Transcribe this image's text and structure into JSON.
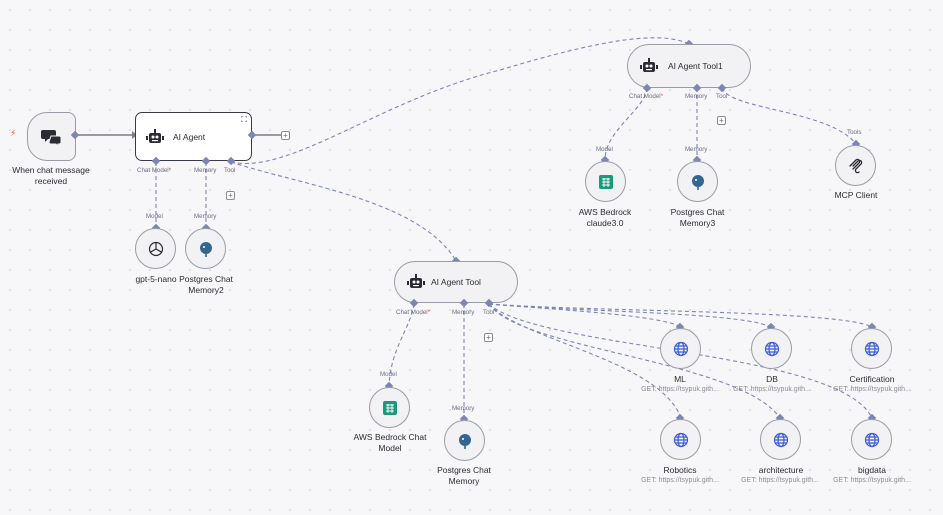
{
  "trigger": {
    "label": "When chat message received",
    "icon": "chat-bubbles-icon"
  },
  "ai_agent": {
    "title": "AI Agent",
    "ports": {
      "chat_model": "Chat Model",
      "memory": "Memory",
      "tool": "Tool"
    }
  },
  "gpt": {
    "title": "gpt-5-nano",
    "port": "Model"
  },
  "pg_memory2": {
    "title": "Postgres Chat Memory2",
    "port": "Memory"
  },
  "ai_agent_tool1": {
    "title": "AI Agent Tool1",
    "ports": {
      "chat_model": "Chat Model",
      "memory": "Memory",
      "tool": "Tool"
    }
  },
  "bedrock_claude": {
    "title": "AWS Bedrock claude3.0",
    "port": "Model"
  },
  "pg_memory3": {
    "title": "Postgres Chat Memory3",
    "port": "Memory"
  },
  "mcp_client": {
    "title": "MCP Client",
    "port": "Tools"
  },
  "ai_agent_tool": {
    "title": "AI Agent Tool",
    "ports": {
      "chat_model": "Chat Model",
      "memory": "Memory",
      "tool": "Tool"
    }
  },
  "bedrock_chat": {
    "title": "AWS Bedrock Chat Model",
    "port": "Model"
  },
  "pg_memory": {
    "title": "Postgres Chat Memory",
    "port": "Memory"
  },
  "http_tools": [
    {
      "title": "ML",
      "subtitle": "GET: https://tsypuk.gith..."
    },
    {
      "title": "DB",
      "subtitle": "GET: https://tsypuk.gith..."
    },
    {
      "title": "Certification",
      "subtitle": "GET: https://tsypuk.gith..."
    },
    {
      "title": "Robotics",
      "subtitle": "GET: https://tsypuk.gith..."
    },
    {
      "title": "architecture",
      "subtitle": "GET: https://tsypuk.gith..."
    },
    {
      "title": "bigdata",
      "subtitle": "GET: https://tsypuk.gith..."
    }
  ],
  "colors": {
    "edge": "#7f85b3",
    "required": "#e0563a",
    "trigger_bolt": "#e0563a"
  }
}
